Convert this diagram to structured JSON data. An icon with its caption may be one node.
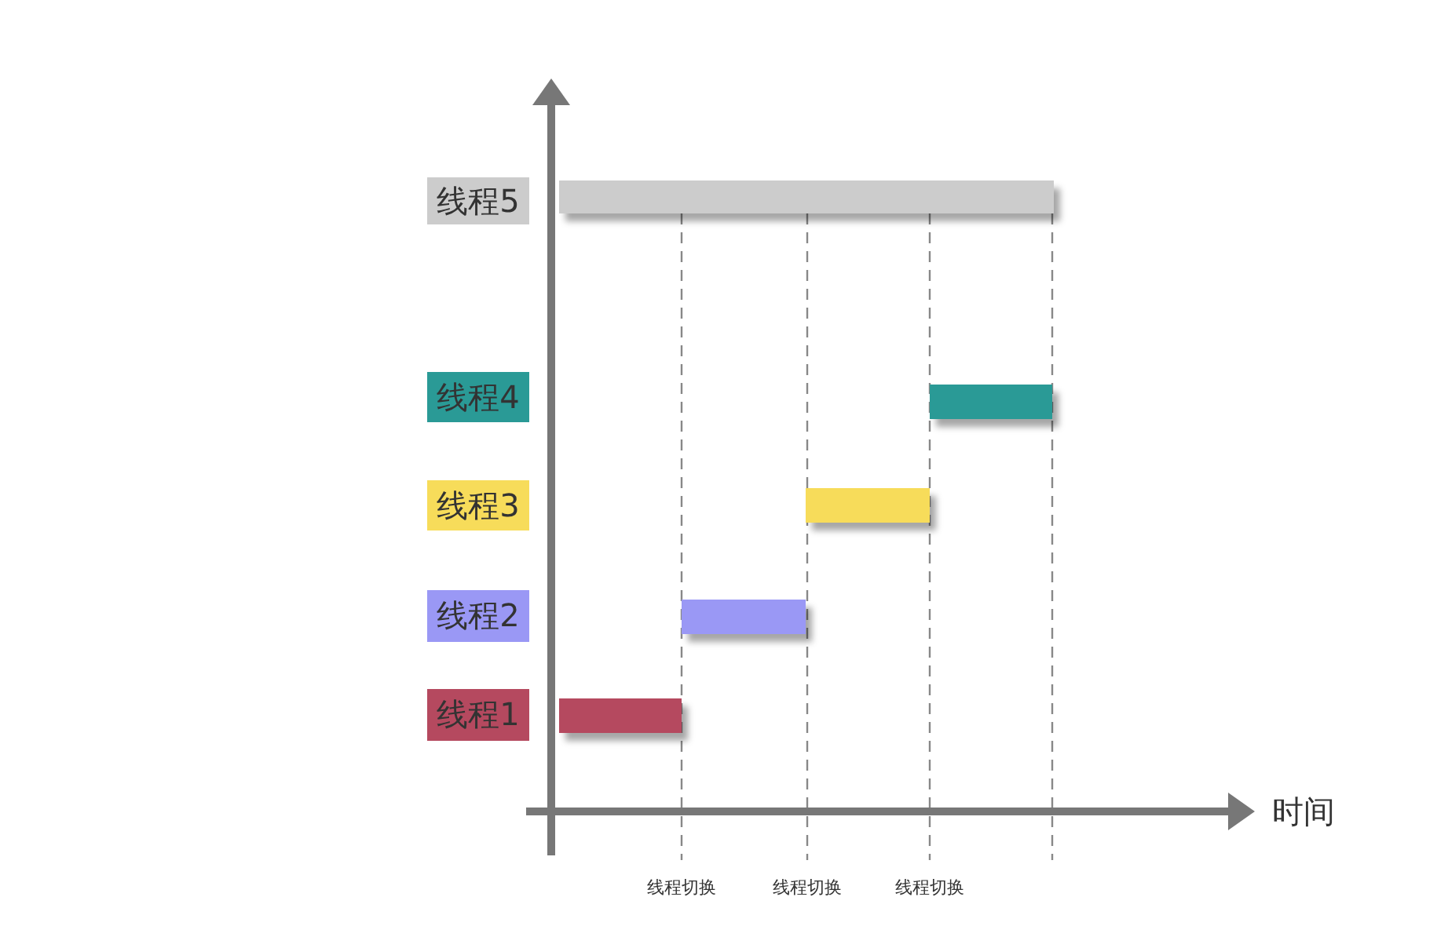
{
  "diagram": {
    "nodes": [
      {
        "text": [
          "线程5"
        ]
      },
      {
        "text": [],
        "shape": "bar"
      },
      {
        "text": [
          "线程4"
        ]
      },
      {
        "text": [],
        "shape": "bar"
      },
      {
        "text": [
          "线程3"
        ]
      },
      {
        "text": [],
        "shape": "bar"
      },
      {
        "text": [
          "线程2"
        ]
      },
      {
        "text": [],
        "shape": "bar"
      },
      {
        "text": [
          "线程1"
        ]
      },
      {
        "text": [],
        "shape": "bar"
      }
    ],
    "edges": [],
    "labels": [
      "时间",
      "线程切换",
      "线程切换",
      "线程切换"
    ]
  }
}
